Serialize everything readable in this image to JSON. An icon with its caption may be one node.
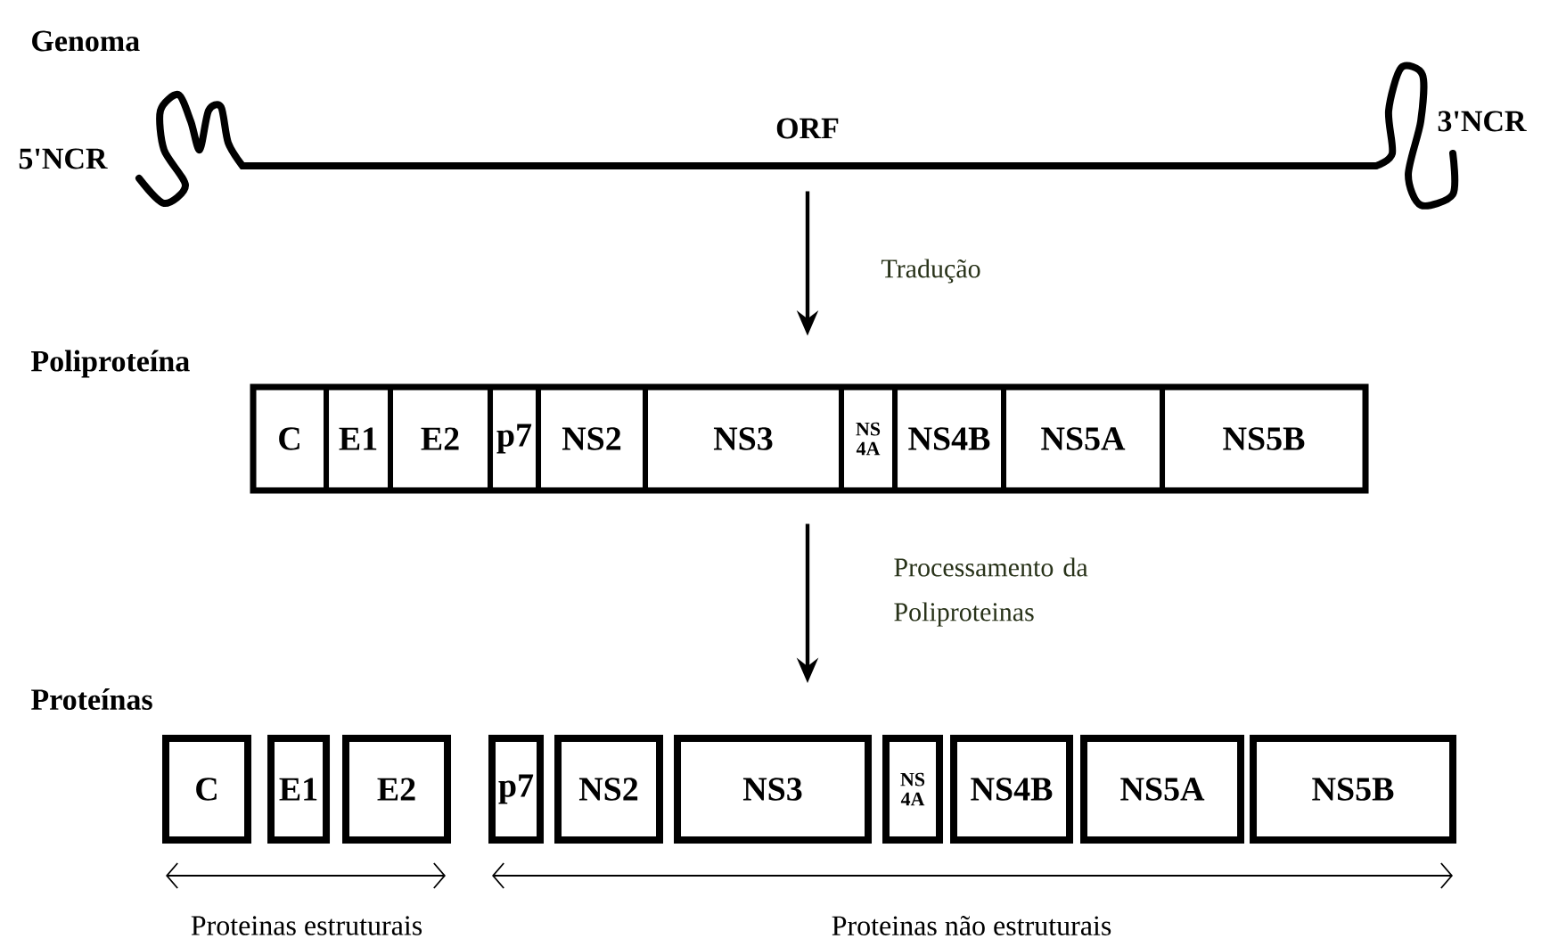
{
  "diagram": {
    "nodes": [
      {
        "text": [],
        "shape": "picture"
      },
      {
        "text": [
          "Poliproteína"
        ]
      },
      {
        "text": [
          "C"
        ],
        "in": 1
      },
      {
        "text": [
          "E1"
        ],
        "in": 1
      },
      {
        "text": [
          "E2"
        ],
        "in": 1
      },
      {
        "text": [
          "p7"
        ],
        "in": 1
      },
      {
        "text": [
          "NS2"
        ],
        "in": 1
      },
      {
        "text": [
          "NS3"
        ],
        "in": 1
      },
      {
        "text": [
          "NS 4A"
        ],
        "in": 1
      },
      {
        "text": [
          "NS4B"
        ],
        "in": 1
      },
      {
        "text": [
          "NS5A"
        ],
        "in": 1
      },
      {
        "text": [
          "NS5B"
        ],
        "in": 1
      },
      {
        "text": [
          "C"
        ]
      },
      {
        "text": [
          "E1"
        ]
      },
      {
        "text": [
          "E2"
        ]
      },
      {
        "text": [
          "p7"
        ]
      },
      {
        "text": [
          "NS2"
        ]
      },
      {
        "text": [
          "NS3"
        ]
      },
      {
        "text": [
          "NS 4A"
        ]
      },
      {
        "text": [
          "NS4B"
        ]
      },
      {
        "text": [
          "NS5A"
        ]
      },
      {
        "text": [
          "NS5B"
        ]
      }
    ],
    "edges": [
      {
        "from": 0,
        "to": 1,
        "arrow": "to",
        "label": "Tradução"
      },
      {
        "from": 1,
        "to": null,
        "arrow": "to",
        "label": "Processamento da Poliproteinas"
      }
    ],
    "labels": [
      "Genoma",
      "5'NCR",
      "ORF",
      "3'NCR",
      "Proteínas",
      "Proteinas estruturais",
      "Proteinas não estruturais"
    ]
  }
}
